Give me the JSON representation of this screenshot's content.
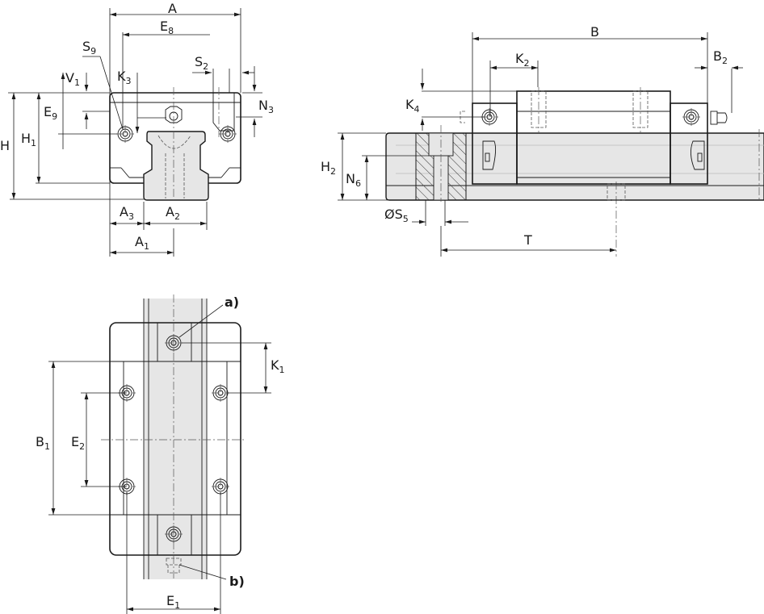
{
  "labels": {
    "A": {
      "base": "A",
      "sub": ""
    },
    "E8": {
      "base": "E",
      "sub": "8"
    },
    "S9": {
      "base": "S",
      "sub": "9"
    },
    "K3": {
      "base": "K",
      "sub": "3"
    },
    "S2": {
      "base": "S",
      "sub": "2"
    },
    "V1": {
      "base": "V",
      "sub": "1"
    },
    "N3": {
      "base": "N",
      "sub": "3"
    },
    "E9": {
      "base": "E",
      "sub": "9"
    },
    "H": {
      "base": "H",
      "sub": ""
    },
    "H1": {
      "base": "H",
      "sub": "1"
    },
    "A3": {
      "base": "A",
      "sub": "3"
    },
    "A2": {
      "base": "A",
      "sub": "2"
    },
    "A1": {
      "base": "A",
      "sub": "1"
    },
    "B": {
      "base": "B",
      "sub": ""
    },
    "K2": {
      "base": "K",
      "sub": "2"
    },
    "B2": {
      "base": "B",
      "sub": "2"
    },
    "K4": {
      "base": "K",
      "sub": "4"
    },
    "H2": {
      "base": "H",
      "sub": "2"
    },
    "N6": {
      "base": "N",
      "sub": "6"
    },
    "S5": {
      "base": "ØS",
      "sub": "5"
    },
    "T": {
      "base": "T",
      "sub": ""
    },
    "K1": {
      "base": "K",
      "sub": "1"
    },
    "B1": {
      "base": "B",
      "sub": "1"
    },
    "E2": {
      "base": "E",
      "sub": "2"
    },
    "E1": {
      "base": "E",
      "sub": "1"
    }
  },
  "callouts": {
    "a": "a)",
    "b": "b)"
  }
}
